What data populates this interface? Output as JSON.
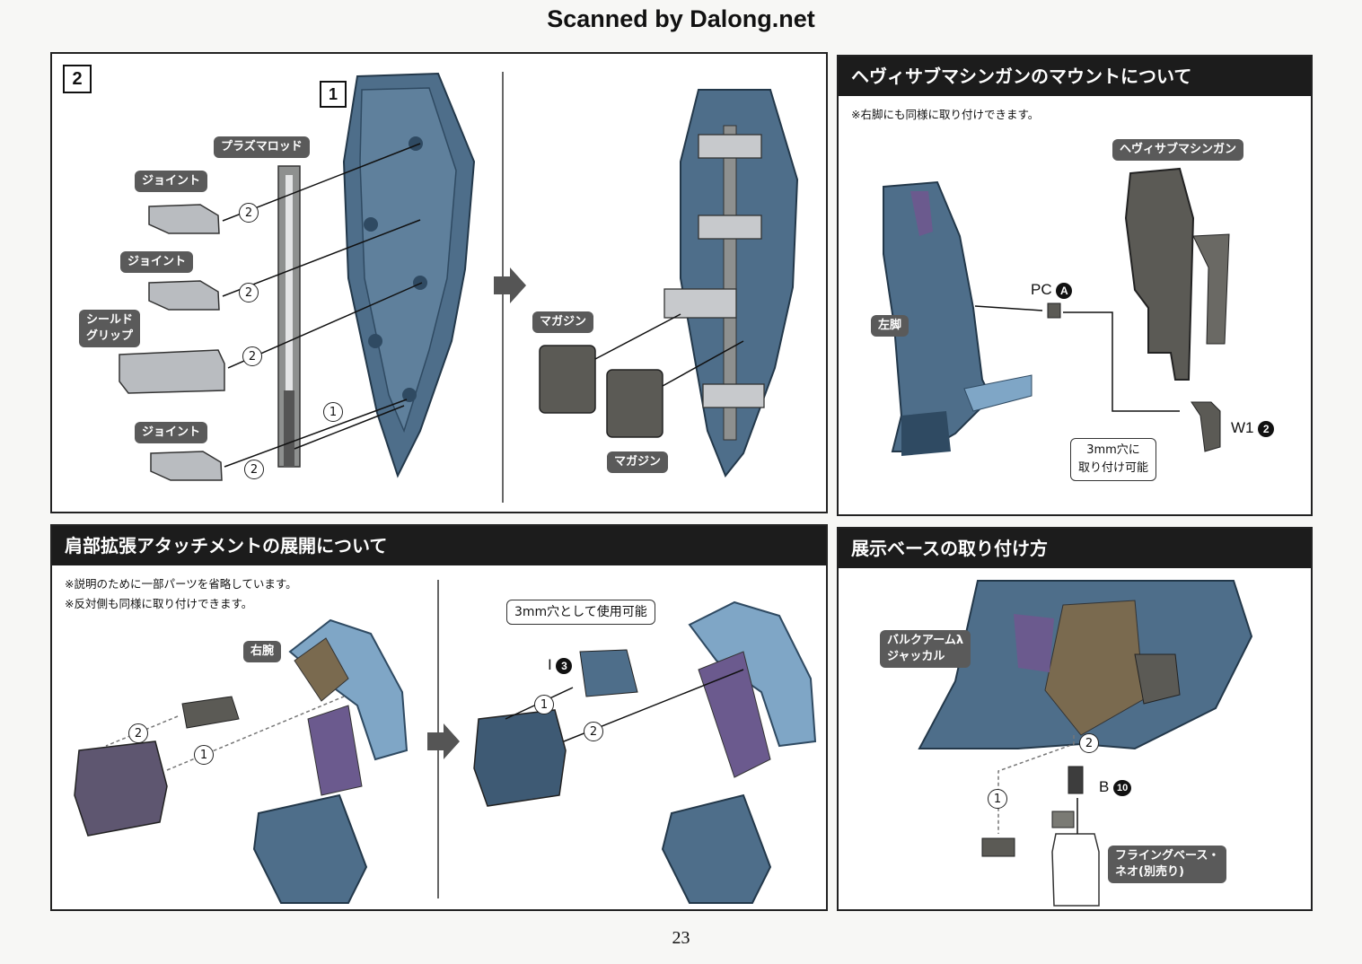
{
  "header": "Scanned by Dalong.net",
  "page_number": "23",
  "panel_step2": {
    "step_number": "2",
    "sub_number": "1",
    "labels": {
      "plasma_rod": "プラズマロッド",
      "joint_1": "ジョイント",
      "joint_2": "ジョイント",
      "shield_grip": "シールド\nグリップ",
      "joint_3": "ジョイント",
      "magazine_1": "マガジン",
      "magazine_2": "マガジン"
    },
    "steps": [
      "2",
      "2",
      "2",
      "1",
      "2"
    ]
  },
  "panel_mount": {
    "title": "ヘヴィサブマシンガンのマウントについて",
    "note": "※右脚にも同様に取り付けできます。",
    "labels": {
      "gun": "ヘヴィサブマシンガン",
      "left_leg": "左脚",
      "pc_part": "PC",
      "pc_letter": "A",
      "w1_part": "W1",
      "w1_number": "2",
      "hole": "3mm穴に\n取り付け可能"
    }
  },
  "panel_shoulder": {
    "title": "肩部拡張アタッチメントの展開について",
    "notes": [
      "※説明のために一部パーツを省略しています。",
      "※反対側も同様に取り付けできます。"
    ],
    "labels": {
      "right_arm": "右腕",
      "hole_use": "3mm穴として使用可能",
      "i_part": "I",
      "i_number": "3"
    },
    "steps": [
      "2",
      "1",
      "1",
      "2"
    ]
  },
  "panel_base": {
    "title": "展示ベースの取り付け方",
    "labels": {
      "vulcan": "バルクアームλ\nジャッカル",
      "b_part": "B",
      "b_number": "10",
      "flying_base": "フライングベース・\nネオ(別売り)"
    },
    "steps": [
      "2",
      "1"
    ]
  },
  "colors": {
    "armor_blue": "#4e6e8a",
    "armor_light": "#7fa6c6",
    "armor_dark": "#2f4a62",
    "purple": "#6b5a8e",
    "gunmetal": "#5b5a55",
    "olive": "#7a6a4f",
    "grey_part": "#b9bcc0"
  }
}
